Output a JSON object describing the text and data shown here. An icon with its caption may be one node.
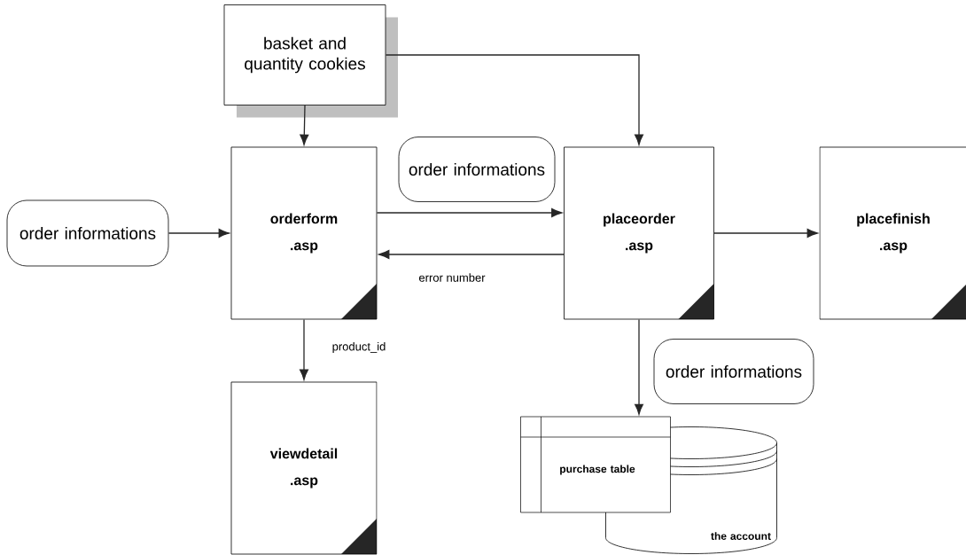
{
  "diagram": {
    "nodes": [
      {
        "text": [
          "basket and quantity cookies"
        ]
      },
      {
        "text": [
          "order informations"
        ]
      },
      {
        "text": [
          "orderform .asp"
        ]
      },
      {
        "text": [
          "order informations"
        ]
      },
      {
        "text": [
          "placeorder .asp"
        ]
      },
      {
        "text": [
          "placefinish .asp"
        ]
      },
      {
        "text": [
          "viewdetail .asp"
        ]
      },
      {
        "text": [
          "order informations"
        ]
      },
      {
        "text": [
          "purchase table"
        ]
      },
      {
        "text": [
          "the account"
        ]
      }
    ],
    "edges": [
      {
        "from": 0,
        "to": 2,
        "arrow": "to"
      },
      {
        "from": 0,
        "to": 4,
        "arrow": "to"
      },
      {
        "from": 1,
        "to": 2,
        "arrow": "to"
      },
      {
        "from": 2,
        "to": 4,
        "arrow": "to"
      },
      {
        "from": 4,
        "to": 2,
        "arrow": "to",
        "label": "error number"
      },
      {
        "from": 4,
        "to": 5,
        "arrow": "to"
      },
      {
        "from": 2,
        "to": 6,
        "arrow": "to",
        "label": "product_id"
      },
      {
        "from": 4,
        "to": 8,
        "arrow": "to"
      }
    ]
  }
}
